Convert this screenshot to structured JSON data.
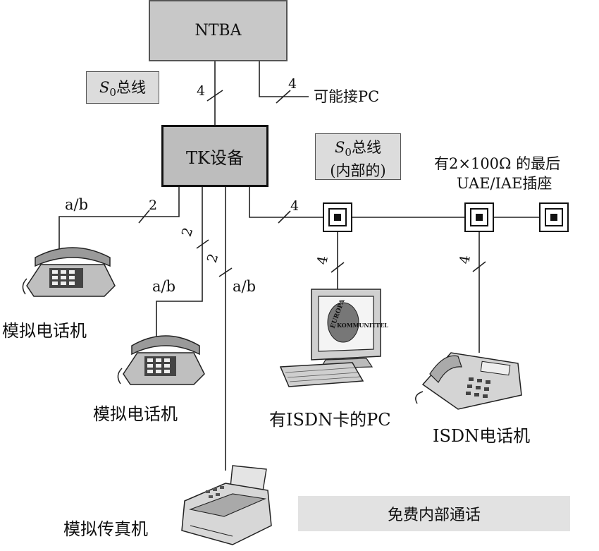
{
  "nodes": {
    "ntba": "NTBA",
    "tk": "TK设备",
    "s0_italic": "S",
    "s0_sub": "0",
    "s0_bus_label": "总线",
    "s0_internal_line1": "总线",
    "s0_internal_line2": "(内部的)",
    "pc_optional": "可能接PC",
    "terminator_line1": "有2×100Ω 的最后",
    "terminator_line2": "UAE/IAE插座"
  },
  "wire_counts": {
    "ntba_tk": "4",
    "ntba_pc": "4",
    "tk_bus": "4",
    "phone1": "2",
    "phone2": "2",
    "fax": "2",
    "pc_drop": "4",
    "isdn_drop": "4"
  },
  "line_labels": {
    "phone1_ab": "a/b",
    "phone2_ab": "a/b",
    "fax_ab": "a/b"
  },
  "devices": {
    "analog_phone_1": "模拟电话机",
    "analog_phone_2": "模拟电话机",
    "analog_fax": "模拟传真机",
    "isdn_pc": "有ISDN卡的PC",
    "isdn_phone": "ISDN电话机"
  },
  "footer": "免费内部通话",
  "monitor_logo": {
    "arc_top": "EUROPA",
    "arc_side": "KOMMUNITTEL"
  }
}
